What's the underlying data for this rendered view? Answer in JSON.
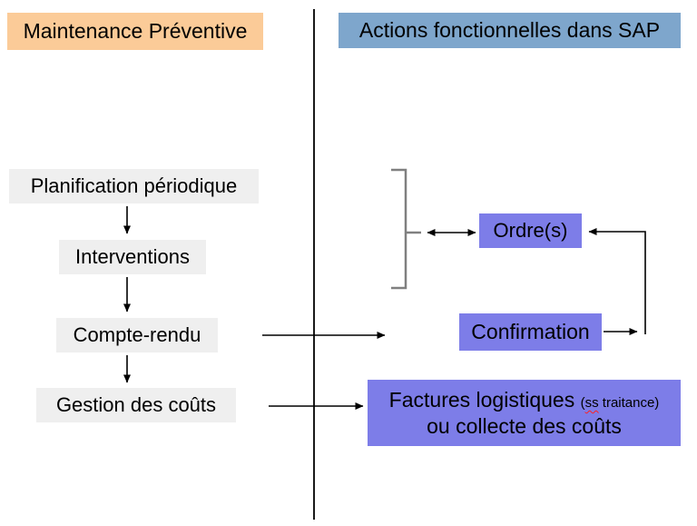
{
  "headers": {
    "left": "Maintenance Préventive",
    "right": "Actions fonctionnelles dans SAP"
  },
  "left_flow": {
    "steps": [
      "Planification périodique",
      "Interventions",
      "Compte-rendu",
      "Gestion des coûts"
    ]
  },
  "sap_flow": {
    "ordre": "Ordre(s)",
    "confirmation": "Confirmation",
    "factures_line1_main": "Factures logistiques ",
    "factures_small_open": "(",
    "factures_small_ss": "ss",
    "factures_small_rest": " traitance)",
    "factures_line2": "ou collecte des coûts"
  },
  "colors": {
    "header-left-bg": "#fbcb98",
    "header-right-bg": "#7ea6cc",
    "step-bg": "#efefef",
    "sap-box-bg": "#7d7de8",
    "bracket": "#808080",
    "arrow": "#000000",
    "divider": "#1a1a1a",
    "squiggle": "#ff2020"
  }
}
